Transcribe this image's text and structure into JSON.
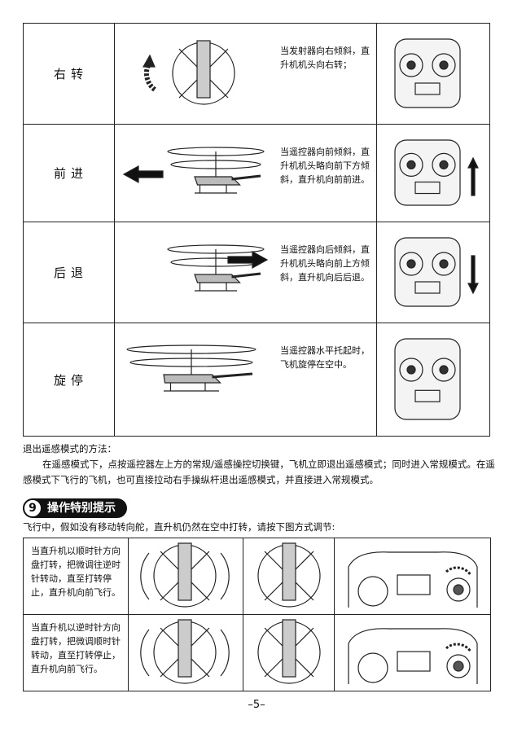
{
  "control_table": [
    {
      "action": "右转",
      "description": "当发射器向右倾斜，直升机机头向右转；"
    },
    {
      "action": "前进",
      "description": "当遥控器向前倾斜，直升机机头略向前下方倾斜，直升机向前前进。"
    },
    {
      "action": "后退",
      "description": "当遥控器向后倾斜，直升机机头略向前上方倾斜，直升机向后后退。"
    },
    {
      "action": "旋停",
      "description": "当遥控器水平托起时，飞机旋停在空中。"
    }
  ],
  "exit_mode": {
    "heading": "退出遥感模式的方法：",
    "body": "在遥感模式下，点按遥控器左上方的常规/遥感操控切换键，飞机立即退出遥感模式；同时进入常规模式。在遥感模式下飞行的飞机，也可直接拉动右手操纵杆退出遥感模式，并直接进入常规模式。"
  },
  "section": {
    "number": "9",
    "title": "操作特别提示"
  },
  "intro": "飞行中，假如没有移动转向舵，直升机仍然在空中打转，请按下图方式调节:",
  "trim_table": [
    {
      "description": "当直升机以顺时针方向盘打转，把微调往逆时针转动，直至打转停止，直升机向前飞行。"
    },
    {
      "description": "当直升机以逆时针方向盘打转，把微调顺时针转动，直至打转停止，直升机向前飞行。"
    }
  ],
  "page_number": "–5–"
}
